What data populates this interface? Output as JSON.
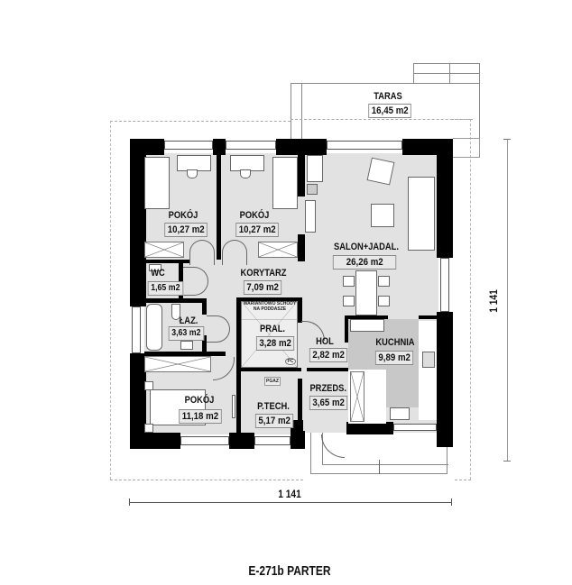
{
  "plan": {
    "title": "E-271b PARTER",
    "dimension_width": "1 141",
    "dimension_height": "1 141"
  },
  "rooms": {
    "taras": {
      "name": "TARAS",
      "area": "16,45 m2"
    },
    "pokoj1": {
      "name": "POKÓJ",
      "area": "10,27 m2"
    },
    "pokoj2": {
      "name": "POKÓJ",
      "area": "10,27 m2"
    },
    "salon": {
      "name": "SALON+JADAL.",
      "area": "26,26 m2"
    },
    "wc": {
      "name": "WC",
      "area": "1,65 m2"
    },
    "korytarz": {
      "name": "KORYTARZ",
      "area": "7,09 m2"
    },
    "laz": {
      "name": "ŁAZ.",
      "area": "3,63 m2"
    },
    "pral": {
      "name": "PRAL.",
      "area": "3,28 m2"
    },
    "hol": {
      "name": "HOL",
      "area": "2,82 m2"
    },
    "kuchnia": {
      "name": "KUCHNIA",
      "area": "9,89 m2"
    },
    "pokoj3": {
      "name": "POKÓJ",
      "area": "11,18 m2"
    },
    "ptech": {
      "name": "P.TECH.",
      "area": "5,17 m2"
    },
    "przeds": {
      "name": "PRZEDS.",
      "area": "3,65 m2"
    }
  },
  "notes": {
    "stairs_line1": "WARIANTOWO SCHODY",
    "stairs_line2": "NA PODDASZE",
    "pgaz": "PGAZ",
    "pc": "PC"
  }
}
